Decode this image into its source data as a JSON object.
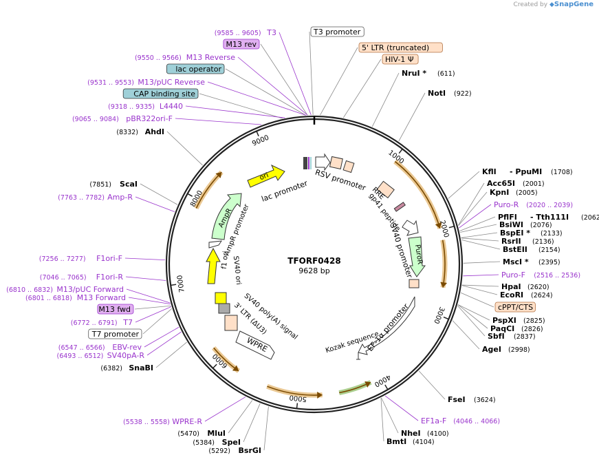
{
  "credit": {
    "prefix": "Created by",
    "brand": "SnapGene"
  },
  "plasmid": {
    "name": "TFORF0428",
    "size_label": "9628 bp",
    "total_bp": 9628
  },
  "ticks": [
    {
      "bp": 1000,
      "label": "1000"
    },
    {
      "bp": 2000,
      "label": "2000"
    },
    {
      "bp": 3000,
      "label": "3000"
    },
    {
      "bp": 4000,
      "label": "4000"
    },
    {
      "bp": 5000,
      "label": "5000"
    },
    {
      "bp": 6000,
      "label": "6000"
    },
    {
      "bp": 7000,
      "label": "7000"
    },
    {
      "bp": 8000,
      "label": "8000"
    },
    {
      "bp": 9000,
      "label": "9000"
    }
  ],
  "colors": {
    "enzyme": "#000000",
    "primer": "#9933cc",
    "backbone": "#222222",
    "orange": "#d89a3a",
    "green": "#66a832",
    "yellow": "#ffff00",
    "light_green": "#ccffcc",
    "peach": "#ffe0c8"
  },
  "labels": [
    {
      "kind": "primer",
      "range": "(9585 .. 9605)",
      "name": "T3"
    },
    {
      "kind": "box",
      "name": "M13 rev",
      "fill": "#e0b0f0",
      "stroke": "#9933cc"
    },
    {
      "kind": "primer",
      "range": "(9550 .. 9566)",
      "name": "M13 Reverse"
    },
    {
      "kind": "box",
      "name": "lac operator",
      "fill": "#9fd0d8",
      "stroke": "#333"
    },
    {
      "kind": "primer",
      "range": "(9531 .. 9553)",
      "name": "M13/pUC Reverse"
    },
    {
      "kind": "box",
      "name": "CAP binding site",
      "fill": "#9fd0d8",
      "stroke": "#333"
    },
    {
      "kind": "primer",
      "range": "(9318 .. 9335)",
      "name": "L4440"
    },
    {
      "kind": "primer",
      "range": "(9065 .. 9084)",
      "name": "pBR322ori-F"
    },
    {
      "kind": "enzyme",
      "pos": "(8332)",
      "name": "AhdI"
    },
    {
      "kind": "enzyme",
      "pos": "(7851)",
      "name": "ScaI"
    },
    {
      "kind": "primer",
      "range": "(7763 .. 7782)",
      "name": "Amp-R"
    },
    {
      "kind": "primer",
      "range": "(7256 .. 7277)",
      "name": "F1ori-F"
    },
    {
      "kind": "primer",
      "range": "(7046 .. 7065)",
      "name": "F1ori-R"
    },
    {
      "kind": "primer",
      "range": "(6810 .. 6832)",
      "name": "M13/pUC Forward"
    },
    {
      "kind": "primer",
      "range": "(6801 .. 6818)",
      "name": "M13 Forward"
    },
    {
      "kind": "box",
      "name": "M13 fwd",
      "fill": "#e0b0f0",
      "stroke": "#9933cc"
    },
    {
      "kind": "primer",
      "range": "(6772 .. 6791)",
      "name": "T7"
    },
    {
      "kind": "box",
      "name": "T7 promoter",
      "fill": "#ffffff",
      "stroke": "#555"
    },
    {
      "kind": "primer",
      "range": "(6547 .. 6566)",
      "name": "EBV-rev"
    },
    {
      "kind": "primer",
      "range": "(6493 .. 6512)",
      "name": "SV40pA-R"
    },
    {
      "kind": "enzyme",
      "pos": "(6382)",
      "name": "SnaBI"
    },
    {
      "kind": "primer",
      "range": "(5538 .. 5558)",
      "name": "WPRE-R"
    },
    {
      "kind": "enzyme",
      "pos": "(5470)",
      "name": "MluI"
    },
    {
      "kind": "enzyme",
      "pos": "(5384)",
      "name": "SpeI"
    },
    {
      "kind": "enzyme",
      "pos": "(5292)",
      "name": "BsrGI"
    },
    {
      "kind": "box",
      "name": "T3 promoter",
      "fill": "#ffffff",
      "stroke": "#555"
    },
    {
      "kind": "box",
      "name": "5' LTR (truncated)",
      "fill": "#ffe0c8",
      "stroke": "#b07040"
    },
    {
      "kind": "box",
      "name": "HIV-1 Ψ",
      "fill": "#ffe0c8",
      "stroke": "#b07040"
    },
    {
      "kind": "enzyme",
      "name": "NruI *",
      "pos": "(611)"
    },
    {
      "kind": "enzyme",
      "name": "NotI",
      "pos": "(922)"
    },
    {
      "kind": "enzyme2",
      "name": "KflI",
      "name2": "PpuMI",
      "pos": "(1708)"
    },
    {
      "kind": "enzyme",
      "name": "Acc65I",
      "pos": "(2001)"
    },
    {
      "kind": "enzyme",
      "name": "KpnI",
      "pos": "(2005)"
    },
    {
      "kind": "primer_r",
      "name": "Puro-R",
      "range": "(2020 .. 2039)"
    },
    {
      "kind": "enzyme2",
      "name": "PflFI",
      "name2": "Tth111I",
      "pos": "(2062)"
    },
    {
      "kind": "enzyme",
      "name": "BsiWI",
      "pos": "(2076)"
    },
    {
      "kind": "enzyme",
      "name": "BspEI *",
      "pos": "(2133)"
    },
    {
      "kind": "enzyme",
      "name": "RsrII",
      "pos": "(2136)"
    },
    {
      "kind": "enzyme",
      "name": "BstEII",
      "pos": "(2154)"
    },
    {
      "kind": "enzyme",
      "name": "MscI *",
      "pos": "(2395)"
    },
    {
      "kind": "primer_r",
      "name": "Puro-F",
      "range": "(2516 .. 2536)"
    },
    {
      "kind": "enzyme",
      "name": "HpaI",
      "pos": "(2620)"
    },
    {
      "kind": "enzyme",
      "name": "EcoRI",
      "pos": "(2624)"
    },
    {
      "kind": "box",
      "name": "cPPT/CTS",
      "fill": "#ffe0c8",
      "stroke": "#b07040"
    },
    {
      "kind": "enzyme",
      "name": "PspXI",
      "pos": "(2825)"
    },
    {
      "kind": "enzyme",
      "name": "PaqCI",
      "pos": "(2826)"
    },
    {
      "kind": "enzyme",
      "name": "SbfI",
      "pos": "(2837)"
    },
    {
      "kind": "enzyme",
      "name": "AgeI",
      "pos": "(2998)"
    },
    {
      "kind": "enzyme",
      "name": "FseI",
      "pos": "(3624)"
    },
    {
      "kind": "primer_r",
      "name": "EF1a-F",
      "range": "(4046 .. 4066)"
    },
    {
      "kind": "enzyme",
      "name": "NheI",
      "pos": "(4100)"
    },
    {
      "kind": "enzyme",
      "name": "BmtI",
      "pos": "(4104)"
    }
  ],
  "features": [
    {
      "name": "ori",
      "color": "#ffff00"
    },
    {
      "name": "lac promoter"
    },
    {
      "name": "RSV promoter"
    },
    {
      "name": "RRE"
    },
    {
      "name": "gp41 peptide"
    },
    {
      "name": "SV40 promoter"
    },
    {
      "name": "PuroR",
      "color": "#ccffcc"
    },
    {
      "name": "EF-1α promoter"
    },
    {
      "name": "Kozak sequence"
    },
    {
      "name": "WPRE"
    },
    {
      "name": "3' LTR (ΔU3)"
    },
    {
      "name": "SV40 poly(A) signal"
    },
    {
      "name": "SV40 ori"
    },
    {
      "name": "f1 ori"
    },
    {
      "name": "AmpR promoter"
    },
    {
      "name": "AmpR",
      "color": "#ccffcc"
    }
  ]
}
